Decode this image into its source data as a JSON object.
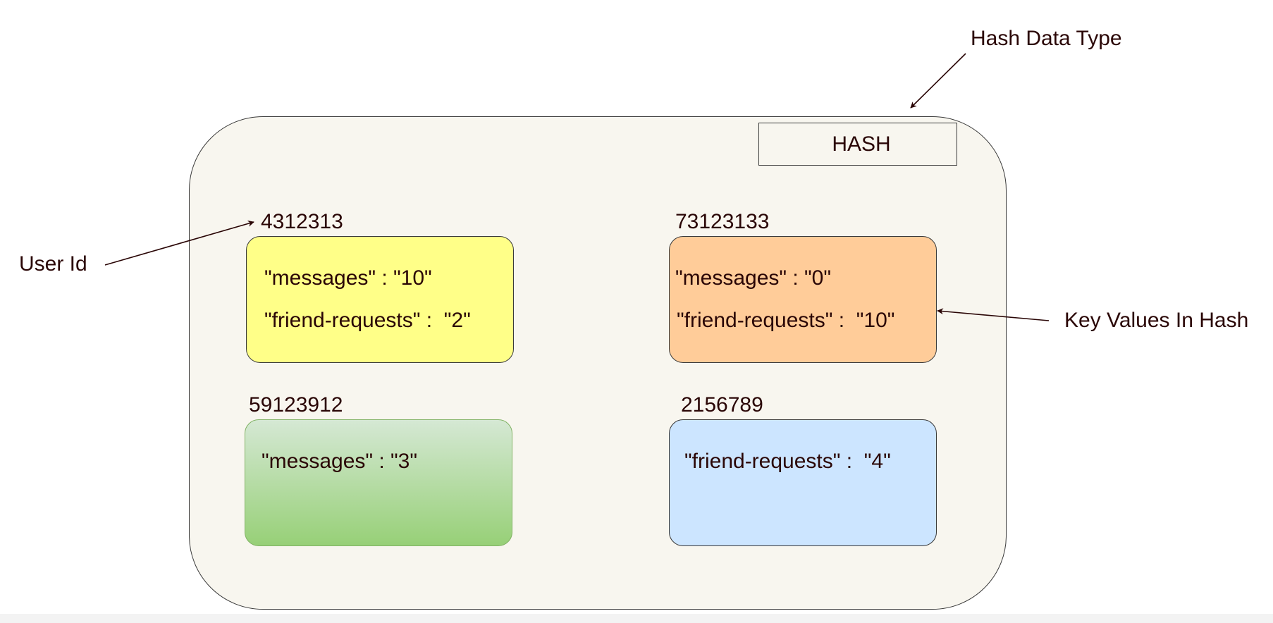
{
  "annotations": {
    "hash_data_type": "Hash Data Type",
    "user_id": "User Id",
    "key_values": "Key Values In Hash"
  },
  "hash_box": {
    "type_label": "HASH"
  },
  "entries": [
    {
      "id": "4312313",
      "pairs": [
        "\"messages\" : \"10\"",
        "\"friend-requests\" :  \"2\""
      ]
    },
    {
      "id": "73123133",
      "pairs": [
        "\"messages\" : \"0\"",
        "\"friend-requests\" :  \"10\""
      ]
    },
    {
      "id": "59123912",
      "pairs": [
        "\"messages\" : \"3\""
      ]
    },
    {
      "id": "2156789",
      "pairs": [
        "\"friend-requests\" :  \"4\""
      ]
    }
  ],
  "colors": {
    "entry_1": "#ffff88",
    "entry_2": "#ffcc99",
    "entry_3_top": "#d5e8d4",
    "entry_3_bottom": "#97d077",
    "entry_4": "#cce5ff",
    "container": "#f8f6ef",
    "text": "#2a0606"
  }
}
